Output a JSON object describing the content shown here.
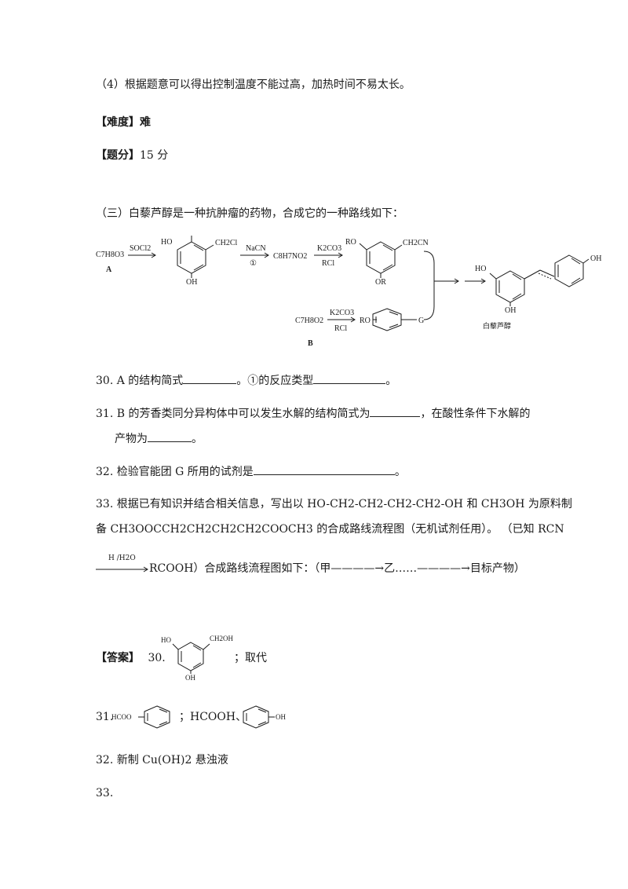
{
  "p4": "（4）根据题意可以得出控制温度不能过高，加热时间不易太长。",
  "difficulty": {
    "label": "【难度】",
    "value": "难"
  },
  "score": {
    "label": "【题分】",
    "value": "15 分"
  },
  "section": "（三）白藜芦醇是一种抗肿瘤的药物，合成它的一种路线如下：",
  "scheme": {
    "a_formula": "C7H8O3",
    "a_label": "A",
    "socl2": "SOCl2",
    "ho": "HO",
    "ch2cl": "CH2Cl",
    "oh": "OH",
    "nacn": "NaCN",
    "circle1": "①",
    "c8h7no2": "C8H7NO2",
    "k2co3": "K2CO3",
    "rcl": "RCl",
    "ro": "RO",
    "ch2cn": "CH2CN",
    "or": "OR",
    "b_formula": "C7H8O2",
    "b_label": "B",
    "ro_b": "RO",
    "g": "G",
    "arrows": "→ →",
    "product_label": "白藜芦醇"
  },
  "q30": {
    "prefix": "30. A 的结构简式",
    "mid": "。①的反应类型",
    "end": "。"
  },
  "q31": {
    "line1": "31. B 的芳香类同分异构体中可以发生水解的结构简式为",
    "line1_end": "，在酸性条件下水解的",
    "line2": "产物为",
    "line2_end": "。"
  },
  "q32": {
    "prefix": "32. 检验官能团 G 所用的试剂是",
    "end": "。"
  },
  "q33": {
    "line1": "33. 根据已有知识并结合相关信息，写出以 HO-CH2-CH2-CH2-CH2-OH 和 CH3OH 为原料制",
    "line2": "备 CH3OOCCH2CH2CH2CH2COOCH3 的合成路线流程图（无机试剂任用）。 （已知 RCN",
    "arrow_label": "H /H2O",
    "line3": "RCOOH）合成路线流程图如下：（甲————→乙……————→目标产物）"
  },
  "answer": {
    "label": "【答案】",
    "q30_num": "30.",
    "ho": "HO",
    "ch2oh": "CH2OH",
    "oh": "OH",
    "q30_type": "；取代"
  },
  "a31": {
    "num": "31.",
    "hcoo": "HCOO",
    "text": "；HCOOH、",
    "oh": "OH"
  },
  "a32": "32.  新制 Cu(OH)2 悬浊液",
  "a33": "33."
}
